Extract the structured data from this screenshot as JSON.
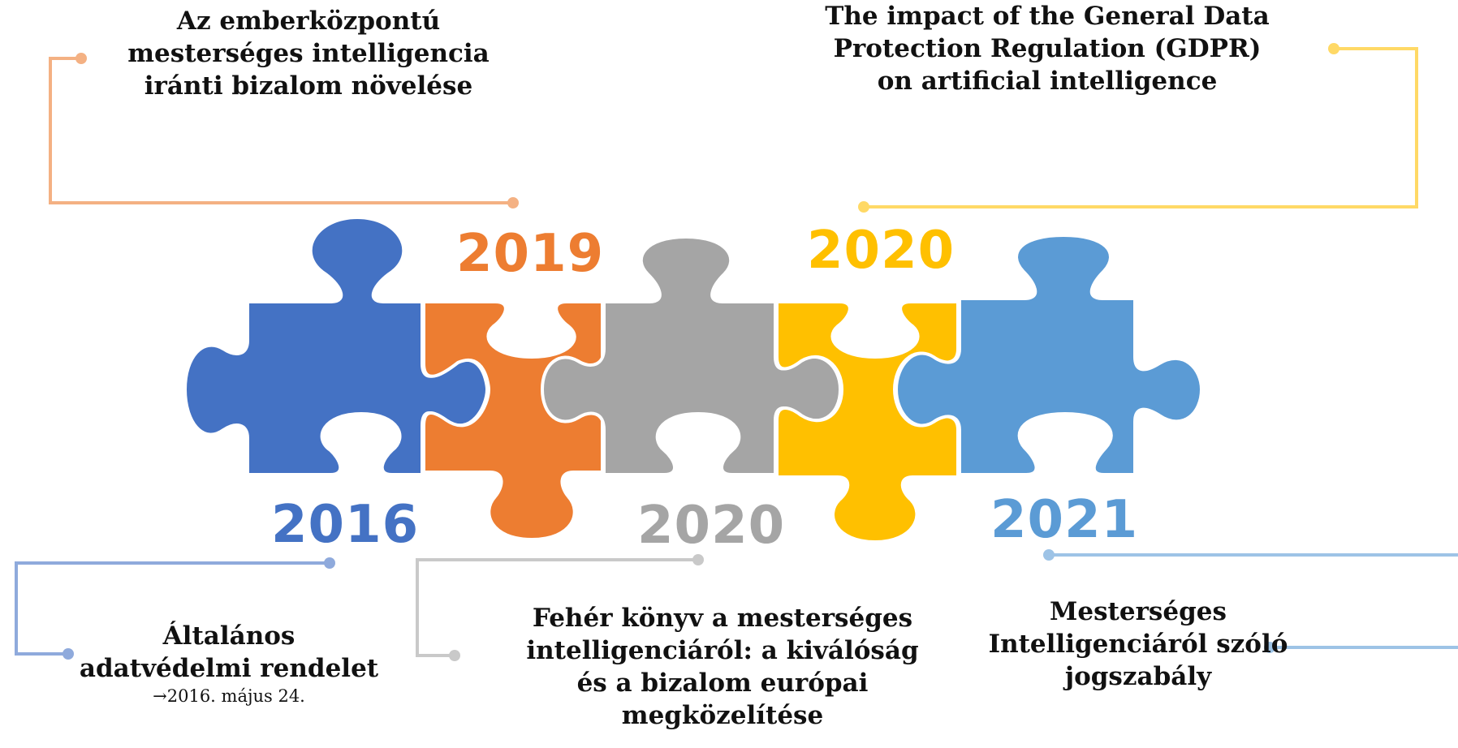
{
  "colors": {
    "blue": "#4472C4",
    "orange": "#ED7D31",
    "gray": "#A5A5A5",
    "yellow": "#FFC000",
    "lightblue": "#5B9BD5",
    "connector_orange": "#F4B183",
    "connector_yellow": "#FFD966",
    "connector_blue": "#8FAADC",
    "connector_gray": "#C9C9C9",
    "connector_lightblue": "#9DC3E6"
  },
  "milestones": [
    {
      "year": "2016",
      "caption": [
        "Általános",
        "adatvédelmi rendelet"
      ],
      "note": "→2016. május 24."
    },
    {
      "year": "2019",
      "caption": [
        "Az emberközpontú",
        "mesterséges intelligencia",
        "iránti bizalom növelése"
      ]
    },
    {
      "year": "2020",
      "caption": [
        "Fehér könyv a mesterséges",
        "intelligenciáról: a kiválóság",
        "és a bizalom európai",
        "megközelítése"
      ]
    },
    {
      "year": "2020",
      "caption": [
        "The impact of the General Data",
        "Protection Regulation (GDPR)",
        "on artificial intelligence"
      ]
    },
    {
      "year": "2021",
      "caption": [
        "Mesterséges",
        "Intelligenciáról szóló",
        "jogszabály"
      ]
    }
  ]
}
